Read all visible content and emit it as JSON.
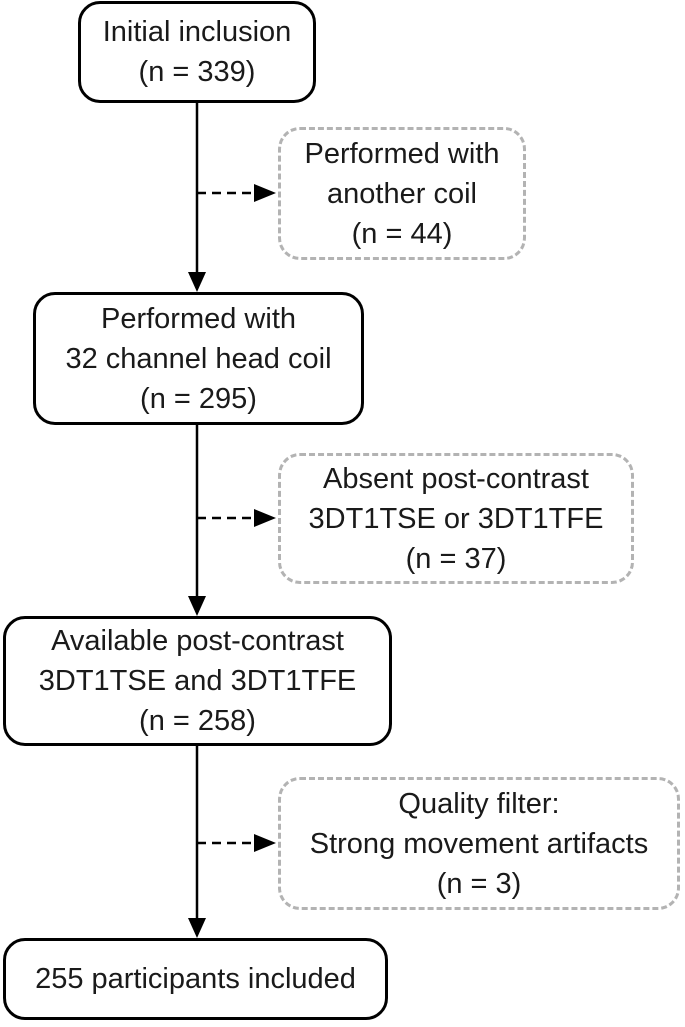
{
  "flowchart": {
    "initial": {
      "lines": [
        "Initial inclusion",
        "(n = 339)"
      ]
    },
    "excl_coil": {
      "lines": [
        "Performed with",
        "another coil",
        "(n = 44)"
      ]
    },
    "coil32": {
      "lines": [
        "Performed with",
        "32 channel head coil",
        "(n = 295)"
      ]
    },
    "excl_contrast": {
      "lines": [
        "Absent post-contrast",
        "3DT1TSE or 3DT1TFE",
        "(n = 37)"
      ]
    },
    "available": {
      "lines": [
        "Available post-contrast",
        "3DT1TSE and 3DT1TFE",
        "(n = 258)"
      ]
    },
    "excl_quality": {
      "lines": [
        "Quality filter:",
        "Strong movement artifacts",
        "(n = 3)"
      ]
    },
    "final": {
      "lines": [
        "255 participants included"
      ]
    }
  }
}
